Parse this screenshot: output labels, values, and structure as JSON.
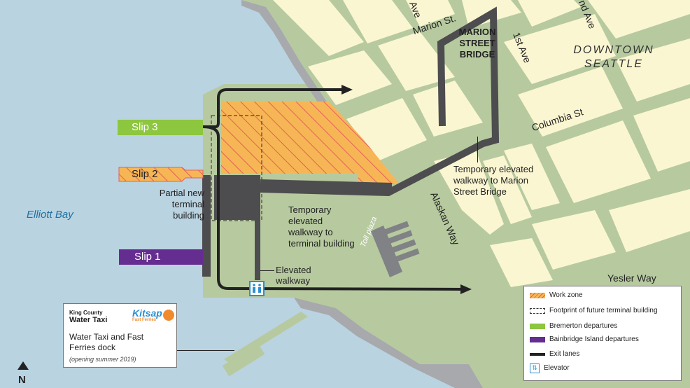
{
  "colors": {
    "water": "#b9d3e1",
    "land": "#b7ca9f",
    "block": "#fbf6d2",
    "work_zone": "#f7b655",
    "work_hatch": "#e2605a",
    "bremerton": "#8dc63f",
    "bainbridge": "#662d91",
    "exit": "#222222",
    "walkway": "#4d4d4f",
    "elevator": "#2a8fd3"
  },
  "slips": {
    "slip3": "Slip 3",
    "slip2": "Slip 2",
    "slip1": "Slip 1"
  },
  "labels": {
    "elliott_bay": "Elliott Bay",
    "partial_terminal": [
      "Partial new",
      "terminal",
      "building"
    ],
    "temp_walkway_terminal": [
      "Temporary",
      "elevated",
      "walkway to",
      "terminal building"
    ],
    "elevated_walkway": [
      "Elevated",
      "walkway"
    ],
    "temp_walkway_marion": [
      "Temporary elevated",
      "walkway to Marion",
      "Street Bridge"
    ],
    "marion_bridge": [
      "MARION",
      "STREET",
      "BRIDGE"
    ],
    "downtown": [
      "DOWNTOWN",
      "SEATTLE"
    ],
    "toll_plaza": "Toll plaza",
    "north": "N"
  },
  "streets": {
    "marion": "Marion St.",
    "first_ave": "1st Ave",
    "columbia": "Columbia St",
    "alaskan": "Alaskan Way",
    "yesler": "Yesler Way",
    "ave_left": "Ave",
    "ave_right": "nd Ave"
  },
  "legend": {
    "items": [
      {
        "label": "Work zone",
        "kind": "hatch"
      },
      {
        "label": "Footprint of future terminal building",
        "kind": "dashed"
      },
      {
        "label": "Bremerton departures",
        "kind": "green"
      },
      {
        "label": "Bainbridge Island departures",
        "kind": "purple"
      },
      {
        "label": "Exit lanes",
        "kind": "exit"
      },
      {
        "label": "Elevator",
        "kind": "elevator"
      }
    ]
  },
  "dock": {
    "logo1_line1": "King County",
    "logo1_line2": "Water Taxi",
    "logo2_name": "Kitsap",
    "logo2_sub": "Fast Ferries",
    "title_line1": "Water Taxi and Fast",
    "title_line2": "Ferries dock",
    "note": "(opening summer 2019)"
  }
}
